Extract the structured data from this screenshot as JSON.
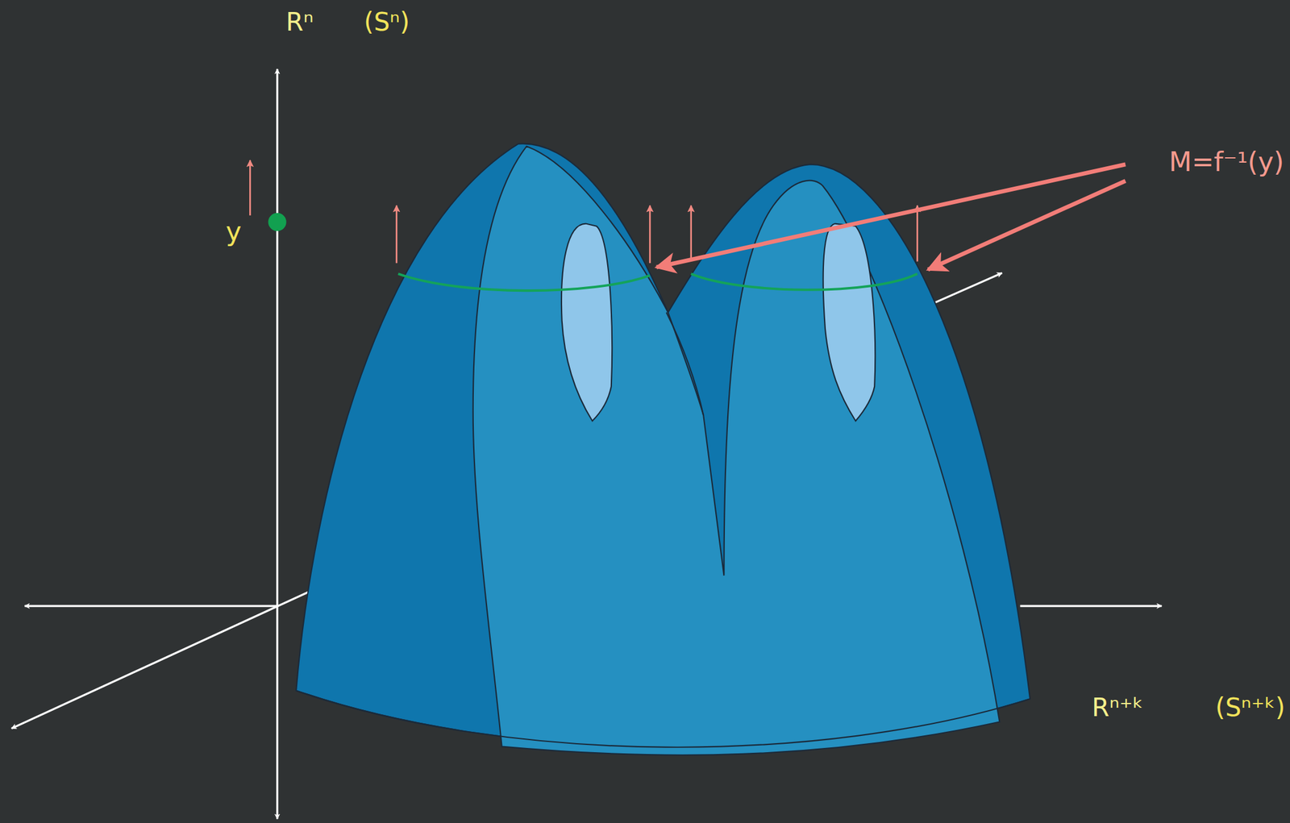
{
  "diagram": {
    "labels": [
      "Rⁿ",
      "(Sⁿ)",
      "y",
      "M=f⁻¹(y)",
      "Rⁿ⁺ᵏ",
      "(Sⁿ⁺ᵏ)"
    ]
  }
}
